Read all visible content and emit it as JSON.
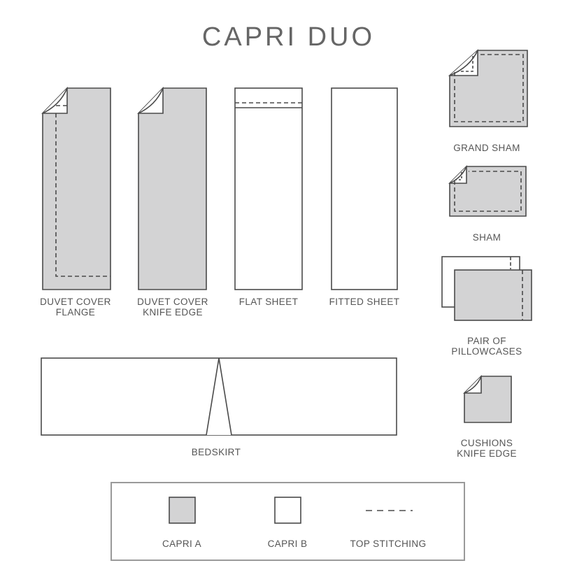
{
  "title": "CAPRI DUO",
  "colors": {
    "capri_a": "#d3d3d4",
    "capri_b": "#ffffff",
    "stroke": "#4a4a4a",
    "text": "#555555"
  },
  "items": {
    "duvet_flange": {
      "line1": "DUVET COVER",
      "line2": "FLANGE"
    },
    "duvet_knife": {
      "line1": "DUVET COVER",
      "line2": "KNIFE EDGE"
    },
    "flat_sheet": {
      "line1": "FLAT SHEET"
    },
    "fitted_sheet": {
      "line1": "FITTED SHEET"
    },
    "grand_sham": {
      "line1": "GRAND SHAM"
    },
    "sham": {
      "line1": "SHAM"
    },
    "pillowcases": {
      "line1": "PAIR OF",
      "line2": "PILLOWCASES"
    },
    "bedskirt": {
      "line1": "BEDSKIRT"
    },
    "cushions": {
      "line1": "CUSHIONS",
      "line2": "KNIFE EDGE"
    }
  },
  "legend": {
    "capri_a": "CAPRI A",
    "capri_b": "CAPRI B",
    "top_stitching": "TOP STITCHING"
  }
}
